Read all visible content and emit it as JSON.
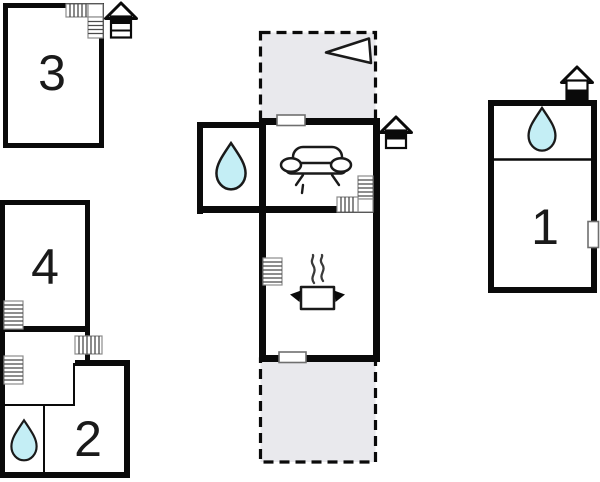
{
  "diagram_type": "floor-plan",
  "colors": {
    "background": "#ffffff",
    "wall": "#0a0a0a",
    "terrace_fill": "#e9e9ed",
    "water_drop": "#c4eef5",
    "text": "#1a1a1a",
    "stair_line": "#4a4a4a",
    "stair_border": "#8c8c8c",
    "window_border": "#6f6f6f"
  },
  "rooms": [
    {
      "label": "1",
      "features": [
        "water-drop-icon",
        "house-level-icon",
        "door-marker"
      ]
    },
    {
      "label": "2",
      "features": [
        "water-drop-icon"
      ]
    },
    {
      "label": "3",
      "features": [
        "staircase-icon",
        "house-level-icon"
      ]
    },
    {
      "label": "4",
      "features": [
        "staircase-icon"
      ]
    }
  ],
  "central_unit": {
    "features": [
      "water-drop-icon",
      "sofa-icon",
      "staircase-icon",
      "radiator-icon",
      "cooking-pot-icon",
      "house-level-icon",
      "window-marker",
      "terrace-top",
      "terrace-bottom",
      "direction-arrow-icon"
    ]
  }
}
